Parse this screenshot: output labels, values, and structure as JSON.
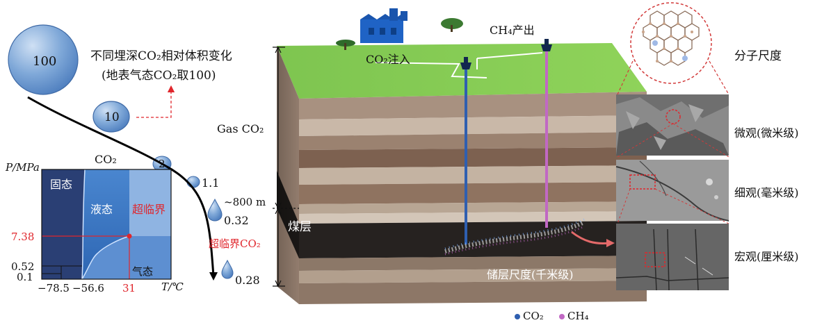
{
  "volume_title_1": "不同埋深CO₂相对体积变化",
  "volume_title_2": "(地表气态CO₂取100)",
  "bubbles": [
    {
      "label": "100"
    },
    {
      "label": "10"
    },
    {
      "label": "2"
    },
    {
      "label": "1.1"
    },
    {
      "label": "0.32"
    },
    {
      "label": "0.28"
    }
  ],
  "supercritical_co2": "超临界CO₂",
  "phase": {
    "title": "CO₂",
    "y_axis": "P/MPa",
    "x_axis": "T/℃",
    "solid": "固态",
    "liquid": "液态",
    "gas": "气态",
    "supercritical": "超临界",
    "y_ticks": [
      "7.38",
      "0.52",
      "0.1"
    ],
    "x_ticks": [
      "−78.5",
      "−56.6",
      "31"
    ]
  },
  "depth": {
    "gas_co2": "Gas CO₂",
    "depth_800": "~800 m",
    "coal_seam": "煤层"
  },
  "wells": {
    "injection": "CO₂注入",
    "production": "CH₄产出"
  },
  "reservoir_scale": "储层尺度(千米级)",
  "scales": {
    "molecular": "分子尺度",
    "micro": "微观(微米级)",
    "fine": "细观(毫米级)",
    "macro": "宏观(厘米级)"
  },
  "legend": {
    "co2": "CO₂",
    "ch4": "CH₄",
    "co2_color": "#2f5fb0",
    "ch4_color": "#c168c4"
  }
}
